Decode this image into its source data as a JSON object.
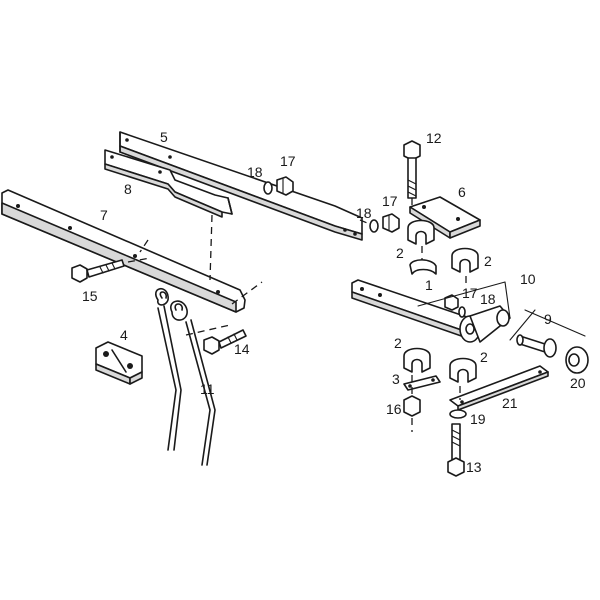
{
  "labels": {
    "p1": "1",
    "p2a": "2",
    "p2b": "2",
    "p2c": "2",
    "p2d": "2",
    "p3": "3",
    "p4": "4",
    "p5": "5",
    "p6": "6",
    "p7": "7",
    "p8": "8",
    "p9": "9",
    "p10": "10",
    "p11": "11",
    "p12": "12",
    "p13": "13",
    "p14": "14",
    "p15": "15",
    "p16": "16",
    "p17a": "17",
    "p17b": "17",
    "p17c": "17",
    "p18a": "18",
    "p18b": "18",
    "p18c": "18",
    "p19": "19",
    "p20": "20",
    "p21": "21"
  }
}
